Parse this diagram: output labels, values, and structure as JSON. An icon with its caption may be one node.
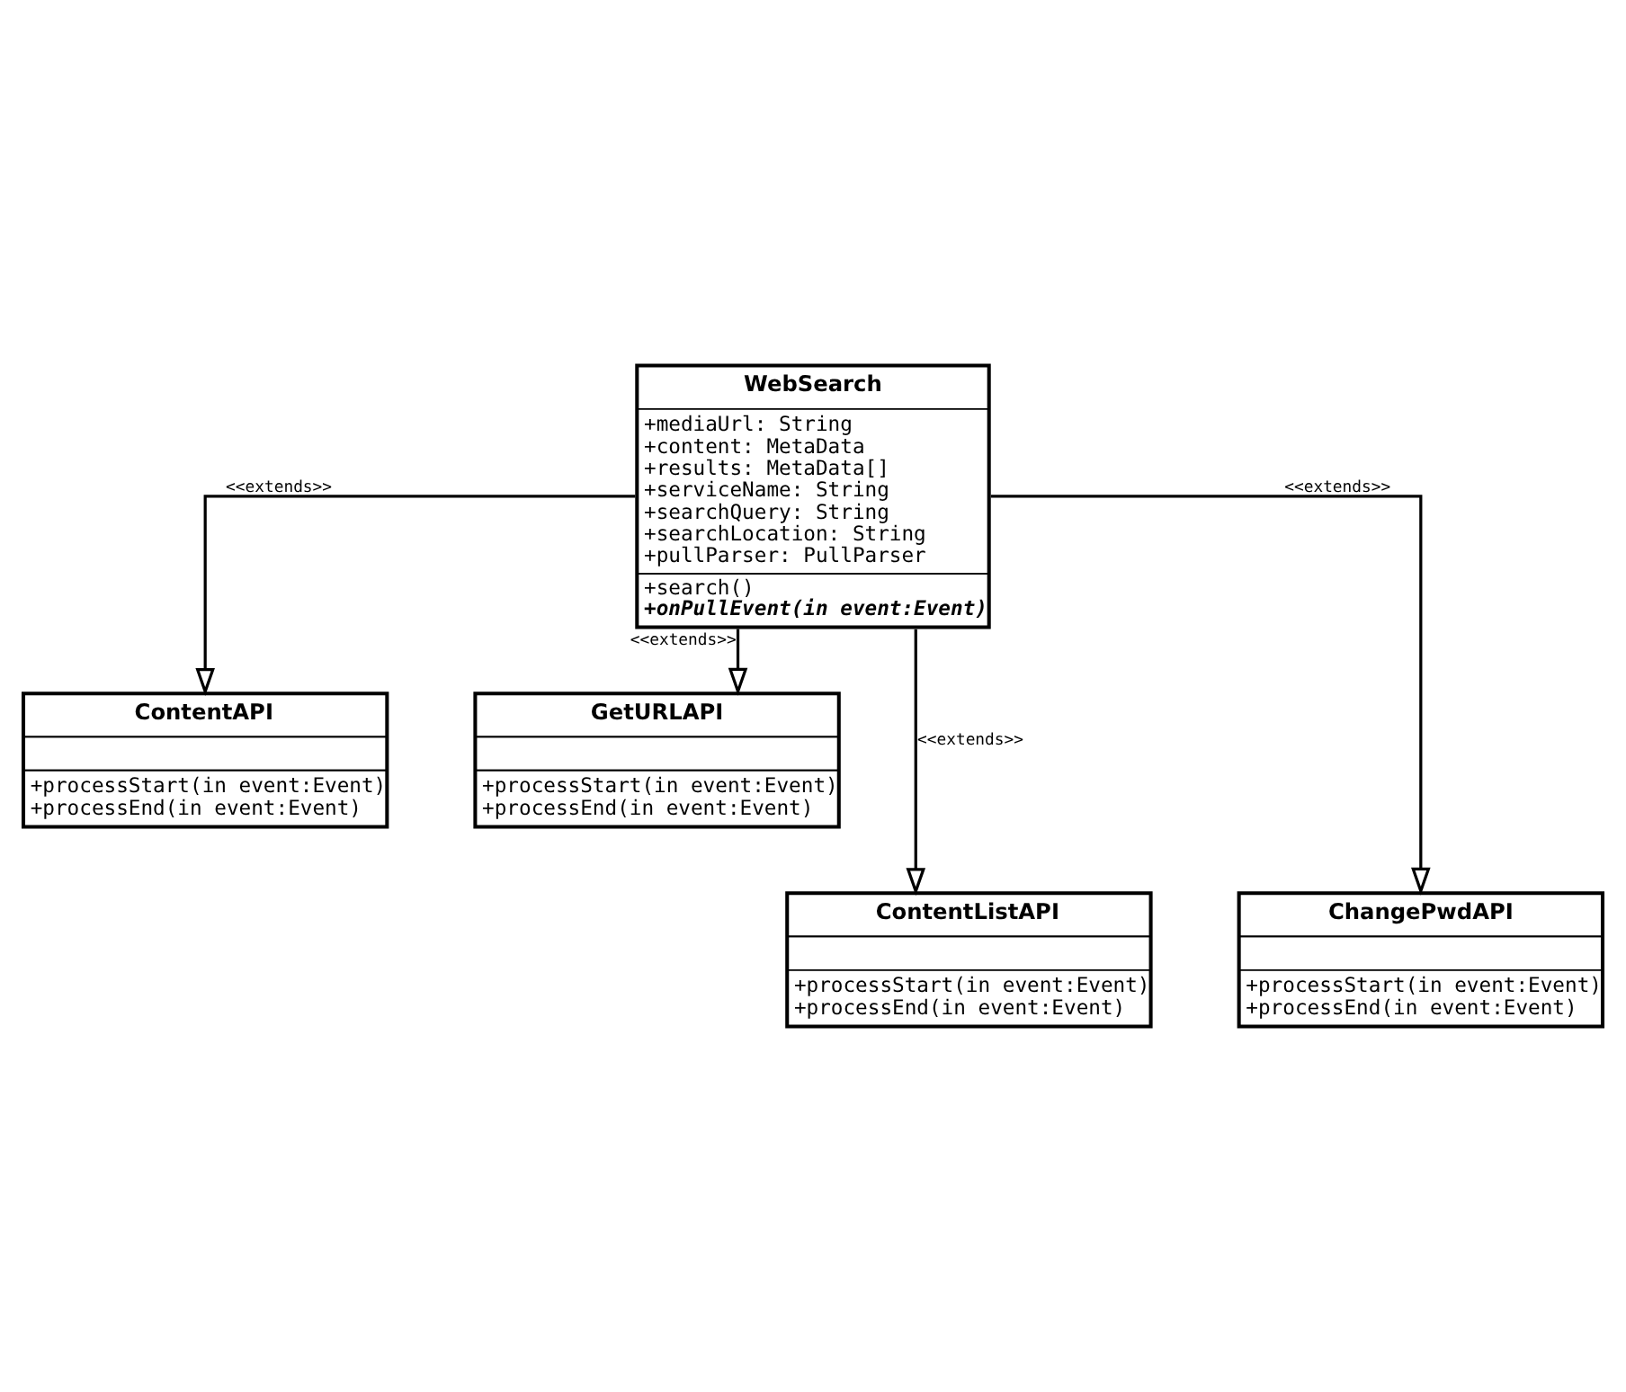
{
  "diagram": {
    "nodes": [
      {
        "text": [
          "WebSearch",
          "+mediaUrl: String",
          "+content: MetaData",
          "+results: MetaData[]",
          "+serviceName: String",
          "+searchQuery: String",
          "+searchLocation: String",
          "+pullParser: PullParser",
          "+search()",
          "+onPullEvent(in event:Event)"
        ]
      },
      {
        "text": [
          "ContentAPI",
          "+processStart(in event:Event)",
          "+processEnd(in event:Event)"
        ]
      },
      {
        "text": [
          "GetURLAPI",
          "+processStart(in event:Event)",
          "+processEnd(in event:Event)"
        ]
      },
      {
        "text": [
          "ContentListAPI",
          "+processStart(in event:Event)",
          "+processEnd(in event:Event)"
        ]
      },
      {
        "text": [
          "ChangePwdAPI",
          "+processStart(in event:Event)",
          "+processEnd(in event:Event)"
        ]
      }
    ],
    "edges": [
      {
        "from": 0,
        "to": 1,
        "arrow": "to",
        "label": "<<extends>>"
      },
      {
        "from": 0,
        "to": 2,
        "arrow": "to",
        "label": "<<extends>>"
      },
      {
        "from": 0,
        "to": 3,
        "arrow": "to",
        "label": "<<extends>>"
      },
      {
        "from": 0,
        "to": 4,
        "arrow": "to",
        "label": "<<extends>>"
      }
    ]
  }
}
